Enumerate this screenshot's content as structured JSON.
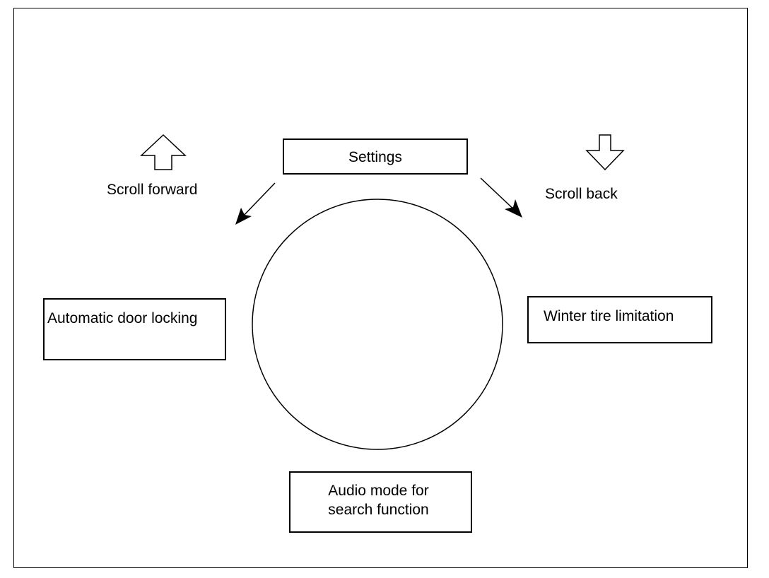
{
  "diagram": {
    "center_box": {
      "label": "Settings"
    },
    "left_box": {
      "label": "Automatic door locking"
    },
    "right_box": {
      "label": "Winter tire limitation"
    },
    "bottom_box": {
      "line1": "Audio mode for",
      "line2": "search function"
    },
    "scroll_forward": {
      "label": "Scroll forward",
      "icon": "up-arrow-outline-icon"
    },
    "scroll_back": {
      "label": "Scroll back",
      "icon": "down-arrow-outline-icon"
    },
    "connectors": [
      "arrow-to-left",
      "arrow-to-right"
    ],
    "ring": {
      "icon": "circle"
    }
  }
}
